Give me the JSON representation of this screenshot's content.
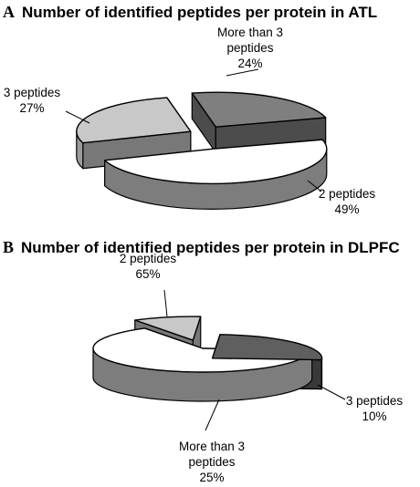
{
  "chart_data": [
    {
      "type": "pie",
      "panel_letter": "A",
      "title": "Number of identified peptides per protein in ATL",
      "three_d": true,
      "slices": [
        {
          "label_lines": [
            "More than 3",
            "peptides"
          ],
          "pct_label": "24%",
          "value": 24,
          "color": "#7f7f7f"
        },
        {
          "label_lines": [
            "2 peptides"
          ],
          "pct_label": "49%",
          "value": 49,
          "color": "#ffffff"
        },
        {
          "label_lines": [
            "3 peptides"
          ],
          "pct_label": "27%",
          "value": 27,
          "color": "#c8c8c8"
        }
      ]
    },
    {
      "type": "pie",
      "panel_letter": "B",
      "title": "Number of identified peptides per protein in DLPFC",
      "three_d": true,
      "slices": [
        {
          "label_lines": [
            "2 peptides"
          ],
          "pct_label": "65%",
          "value": 65,
          "color": "#ffffff"
        },
        {
          "label_lines": [
            "3 peptides"
          ],
          "pct_label": "10%",
          "value": 10,
          "color": "#c8c8c8"
        },
        {
          "label_lines": [
            "More than 3",
            "peptides"
          ],
          "pct_label": "25%",
          "value": 25,
          "color": "#5f5f5f"
        }
      ]
    }
  ]
}
